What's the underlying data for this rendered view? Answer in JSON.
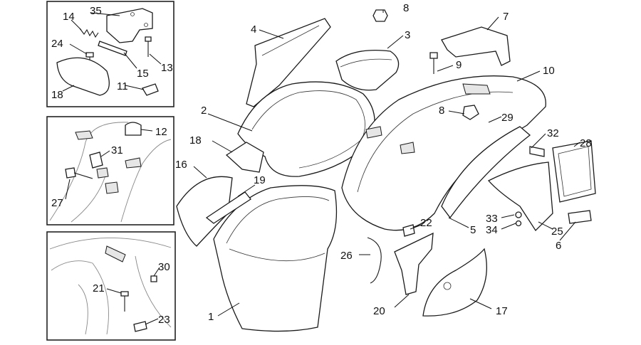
{
  "callouts": {
    "c1": "1",
    "c2": "2",
    "c3": "3",
    "c4": "4",
    "c5": "5",
    "c6": "6",
    "c7": "7",
    "c8a": "8",
    "c8b": "8",
    "c9": "9",
    "c10": "10",
    "c11": "11",
    "c12": "12",
    "c13": "13",
    "c14": "14",
    "c15": "15",
    "c16": "16",
    "c17": "17",
    "c18a": "18",
    "c18b": "18",
    "c19": "19",
    "c20": "20",
    "c21": "21",
    "c22": "22",
    "c23": "23",
    "c24": "24",
    "c25": "25",
    "c26": "26",
    "c27": "27",
    "c28": "28",
    "c29": "29",
    "c30": "30",
    "c31": "31",
    "c32": "32",
    "c33": "33",
    "c34": "34",
    "c35": "35"
  }
}
